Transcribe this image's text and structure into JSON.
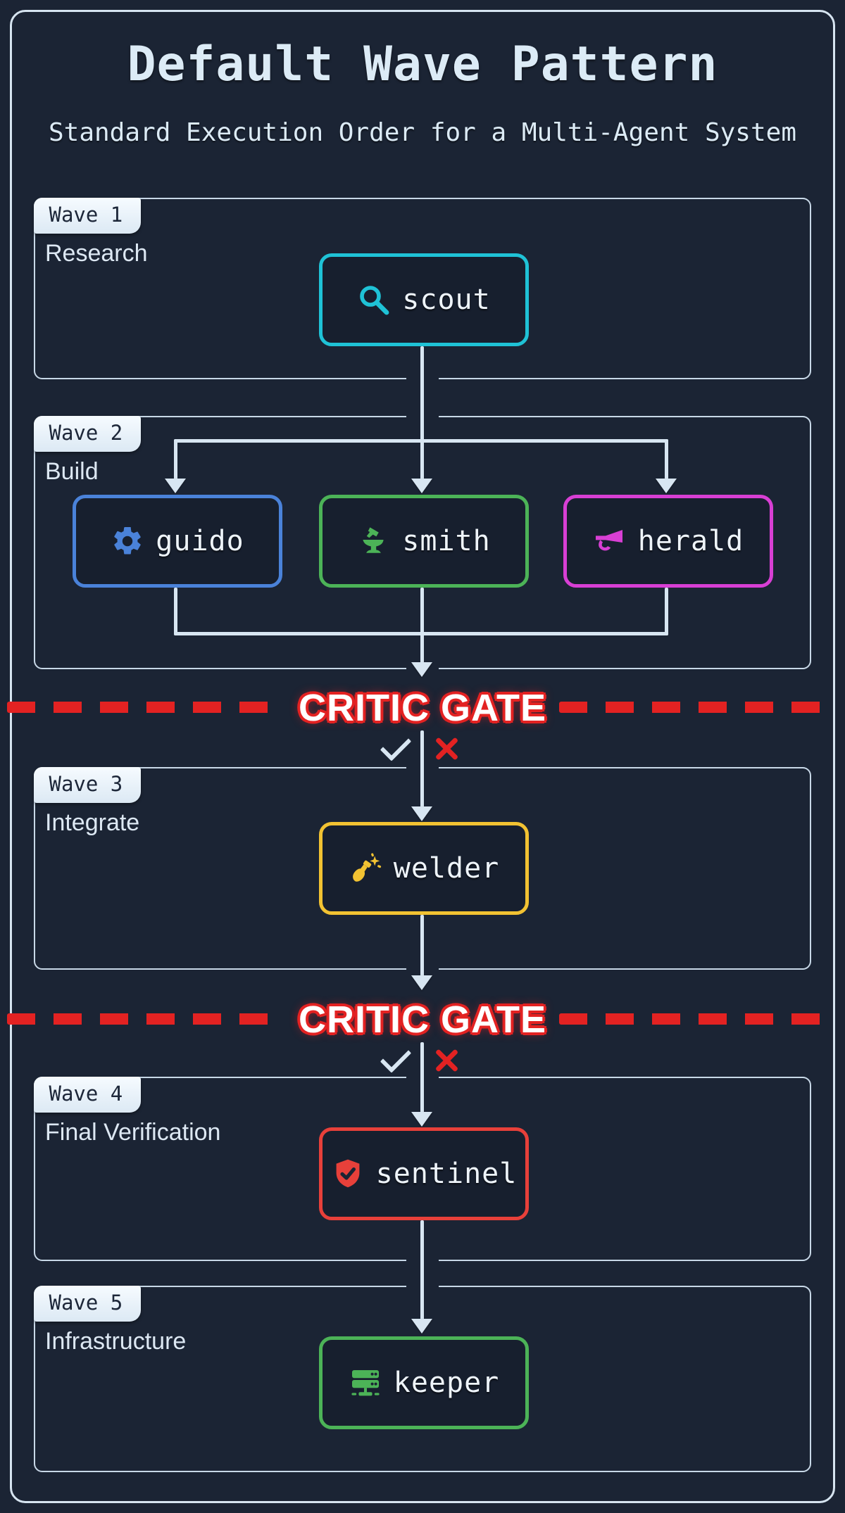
{
  "title": "Default Wave Pattern",
  "subtitle": "Standard Execution Order for a Multi-Agent System",
  "colors": {
    "bg": "#1b2434",
    "frame": "#d6e4f0",
    "heading": "#dcebf6",
    "wave-border": "#c8d8e7",
    "wave-label": "#dde8f3",
    "tab-text": "#1d2739",
    "line": "#d8e6f2",
    "gate-red": "#e32222"
  },
  "waves": [
    {
      "tab": "Wave 1",
      "label": "Research",
      "agents": [
        {
          "name": "scout",
          "icon": "search-icon",
          "color": "#1fc2d6"
        }
      ]
    },
    {
      "tab": "Wave 2",
      "label": "Build",
      "agents": [
        {
          "name": "guido",
          "icon": "gear-icon",
          "color": "#4a82d9"
        },
        {
          "name": "smith",
          "icon": "anvil-icon",
          "color": "#4cb357"
        },
        {
          "name": "herald",
          "icon": "trumpet-icon",
          "color": "#d83fd4"
        }
      ]
    },
    {
      "tab": "Wave 3",
      "label": "Integrate",
      "agents": [
        {
          "name": "welder",
          "icon": "welding-torch-icon",
          "color": "#f2c232"
        }
      ]
    },
    {
      "tab": "Wave 4",
      "label": "Final Verification",
      "agents": [
        {
          "name": "sentinel",
          "icon": "shield-check-icon",
          "color": "#e8403a"
        }
      ]
    },
    {
      "tab": "Wave 5",
      "label": "Infrastructure",
      "agents": [
        {
          "name": "keeper",
          "icon": "server-icon",
          "color": "#4cb357"
        }
      ]
    }
  ],
  "gates": [
    {
      "label": "CRITIC GATE",
      "pass_icon": "check-icon",
      "fail_icon": "x-icon"
    },
    {
      "label": "CRITIC GATE",
      "pass_icon": "check-icon",
      "fail_icon": "x-icon"
    }
  ]
}
